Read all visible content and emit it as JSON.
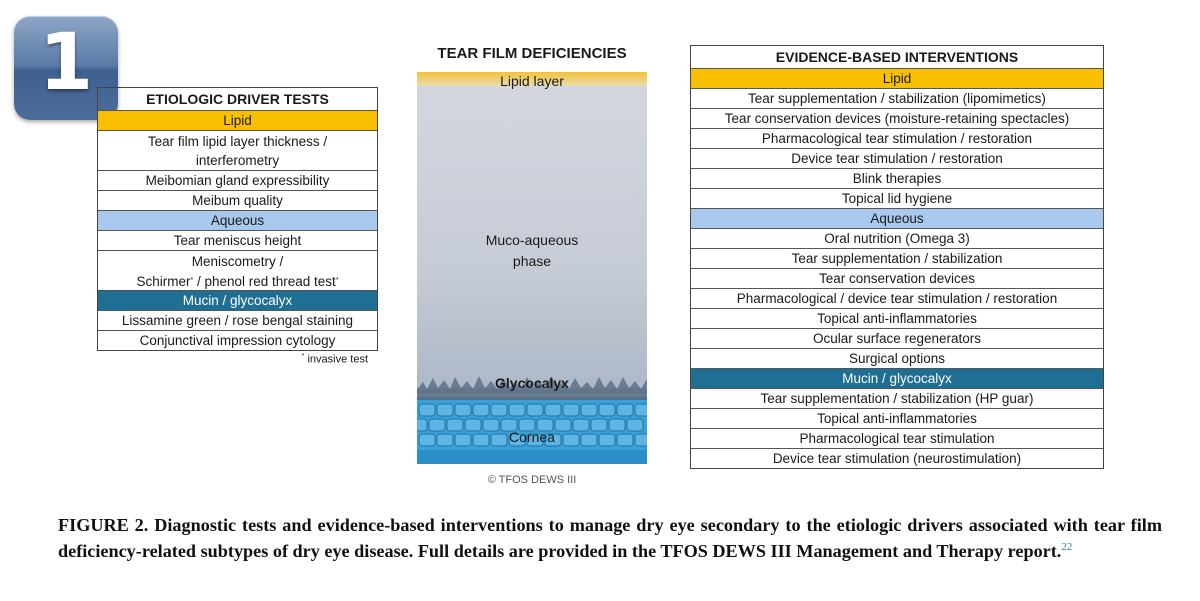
{
  "badge": "1",
  "left_table": {
    "title": "ETIOLOGIC DRIVER TESTS",
    "lipid_header": "Lipid",
    "lipid_rows": [
      "Tear film lipid layer thickness /",
      "interferometry",
      "Meibomian gland expressibility",
      "Meibum quality"
    ],
    "aqueous_header": "Aqueous",
    "aqueous_rows": [
      "Tear meniscus height",
      "Meniscometry /",
      "Schirmer",
      "/ phenol red thread test",
      "*"
    ],
    "mucin_header": "Mucin / glycocalyx",
    "mucin_rows": [
      "Lissamine green / rose bengal staining",
      "Conjunctival impression cytology"
    ],
    "footnote_mark": "*",
    "footnote": "invasive test"
  },
  "middle": {
    "title": "TEAR FILM DEFICIENCIES",
    "labels": {
      "lipid": "Lipid layer",
      "muco_line1": "Muco-aqueous",
      "muco_line2": "phase",
      "glycocalyx": "Glycocalyx",
      "cornea": "Cornea"
    },
    "copyright": "© TFOS DEWS III"
  },
  "right_table": {
    "title": "EVIDENCE-BASED INTERVENTIONS",
    "lipid_header": "Lipid",
    "lipid_rows": [
      "Tear supplementation / stabilization (lipomimetics)",
      "Tear conservation devices (moisture-retaining spectacles)",
      "Pharmacological tear stimulation / restoration",
      "Device tear stimulation / restoration",
      "Blink therapies",
      "Topical lid hygiene"
    ],
    "aqueous_header": "Aqueous",
    "aqueous_rows": [
      "Oral nutrition (Omega 3)",
      "Tear supplementation / stabilization",
      "Tear conservation devices",
      "Pharmacological / device tear stimulation / restoration",
      "Topical anti-inflammatories",
      "Ocular surface regenerators",
      "Surgical options"
    ],
    "mucin_header": "Mucin / glycocalyx",
    "mucin_rows": [
      "Tear supplementation / stabilization (HP guar)",
      "Topical anti-inflammatories",
      "Pharmacological tear stimulation",
      "Device tear stimulation (neurostimulation)"
    ]
  },
  "caption": {
    "text": "FIGURE 2. Diagnostic tests and evidence-based interventions to manage dry eye secondary to the etiologic drivers associated with tear film deficiency-related subtypes of dry eye disease. Full details are provided in the TFOS DEWS III Management and Therapy report.",
    "ref": "22"
  },
  "colors": {
    "lipid": "#f8c000",
    "aqueous": "#a9c8ee",
    "mucin": "#1f6e94",
    "cornea": "#3aa0d8"
  }
}
